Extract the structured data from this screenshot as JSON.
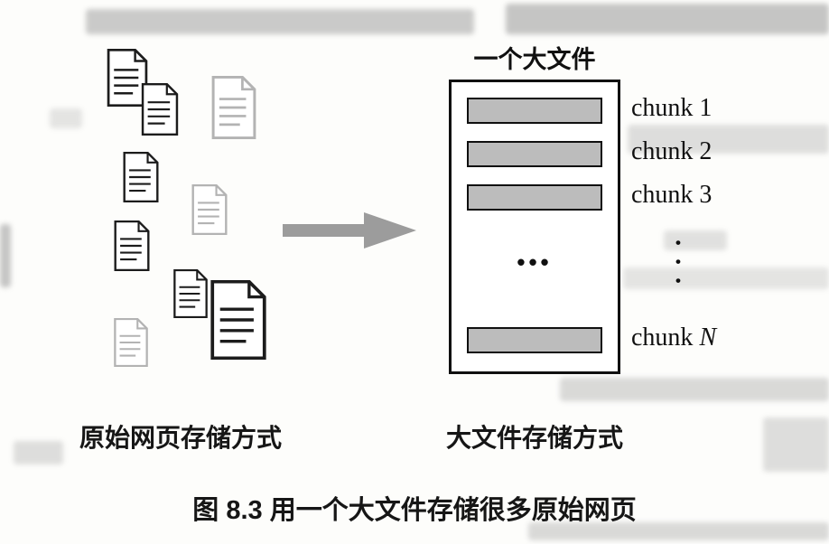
{
  "figure": {
    "big_file": {
      "title": "一个大文件",
      "inner_ellipsis": "•••"
    },
    "chunk_labels": [
      {
        "label": "chunk 1"
      },
      {
        "label": "chunk 2"
      },
      {
        "label": "chunk 3"
      }
    ],
    "vertical_ellipsis": "•\n•\n•",
    "chunk_n": {
      "prefix": "chunk ",
      "letter": "N"
    },
    "left_group_label": "原始网页存储方式",
    "right_group_label": "大文件存储方式",
    "caption": "图 8.3  用一个大文件存储很多原始网页",
    "icons": {
      "document": "document-icon",
      "arrow": "arrow-right-icon"
    },
    "colors": {
      "chunk_fill": "#bcbcbc",
      "arrow_gray": "#9c9c9c",
      "outline": "#101010",
      "doc_light": "#b3b3b3"
    }
  }
}
